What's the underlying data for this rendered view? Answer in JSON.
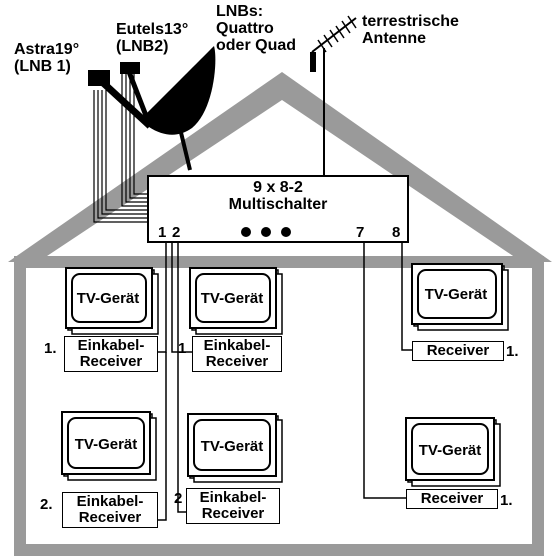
{
  "labels": {
    "astra_line1": "Astra19°",
    "astra_line2": "(LNB 1)",
    "eutels_line1": "Eutels13°",
    "eutels_line2": "(LNB2)",
    "lnbs_line1": "LNBs:",
    "lnbs_line2": "Quattro",
    "lnbs_line3": "oder Quad",
    "terr_line1": "terrestrische",
    "terr_line2": "Antenne"
  },
  "multiswitch": {
    "line1": "9 x 8-2",
    "line2": "Multischalter",
    "port_1": "1",
    "port_2": "2",
    "port_7": "7",
    "port_8": "8"
  },
  "tvs": [
    {
      "label": "TV-Gerät"
    },
    {
      "label": "TV-Gerät"
    },
    {
      "label": "TV-Gerät"
    },
    {
      "label": "TV-Gerät"
    },
    {
      "label": "TV-Gerät"
    },
    {
      "label": "TV-Gerät"
    }
  ],
  "receivers": [
    {
      "num": "1.",
      "line1": "Einkabel-",
      "line2": "Receiver"
    },
    {
      "num": "1",
      "line1": "Einkabel-",
      "line2": "Receiver"
    },
    {
      "num": "1.",
      "line1": "Receiver",
      "line2": ""
    },
    {
      "num": "2.",
      "line1": "Einkabel-",
      "line2": "Receiver"
    },
    {
      "num": "2",
      "line1": "Einkabel-",
      "line2": "Receiver"
    },
    {
      "num": "1.",
      "line1": "Receiver",
      "line2": ""
    }
  ]
}
